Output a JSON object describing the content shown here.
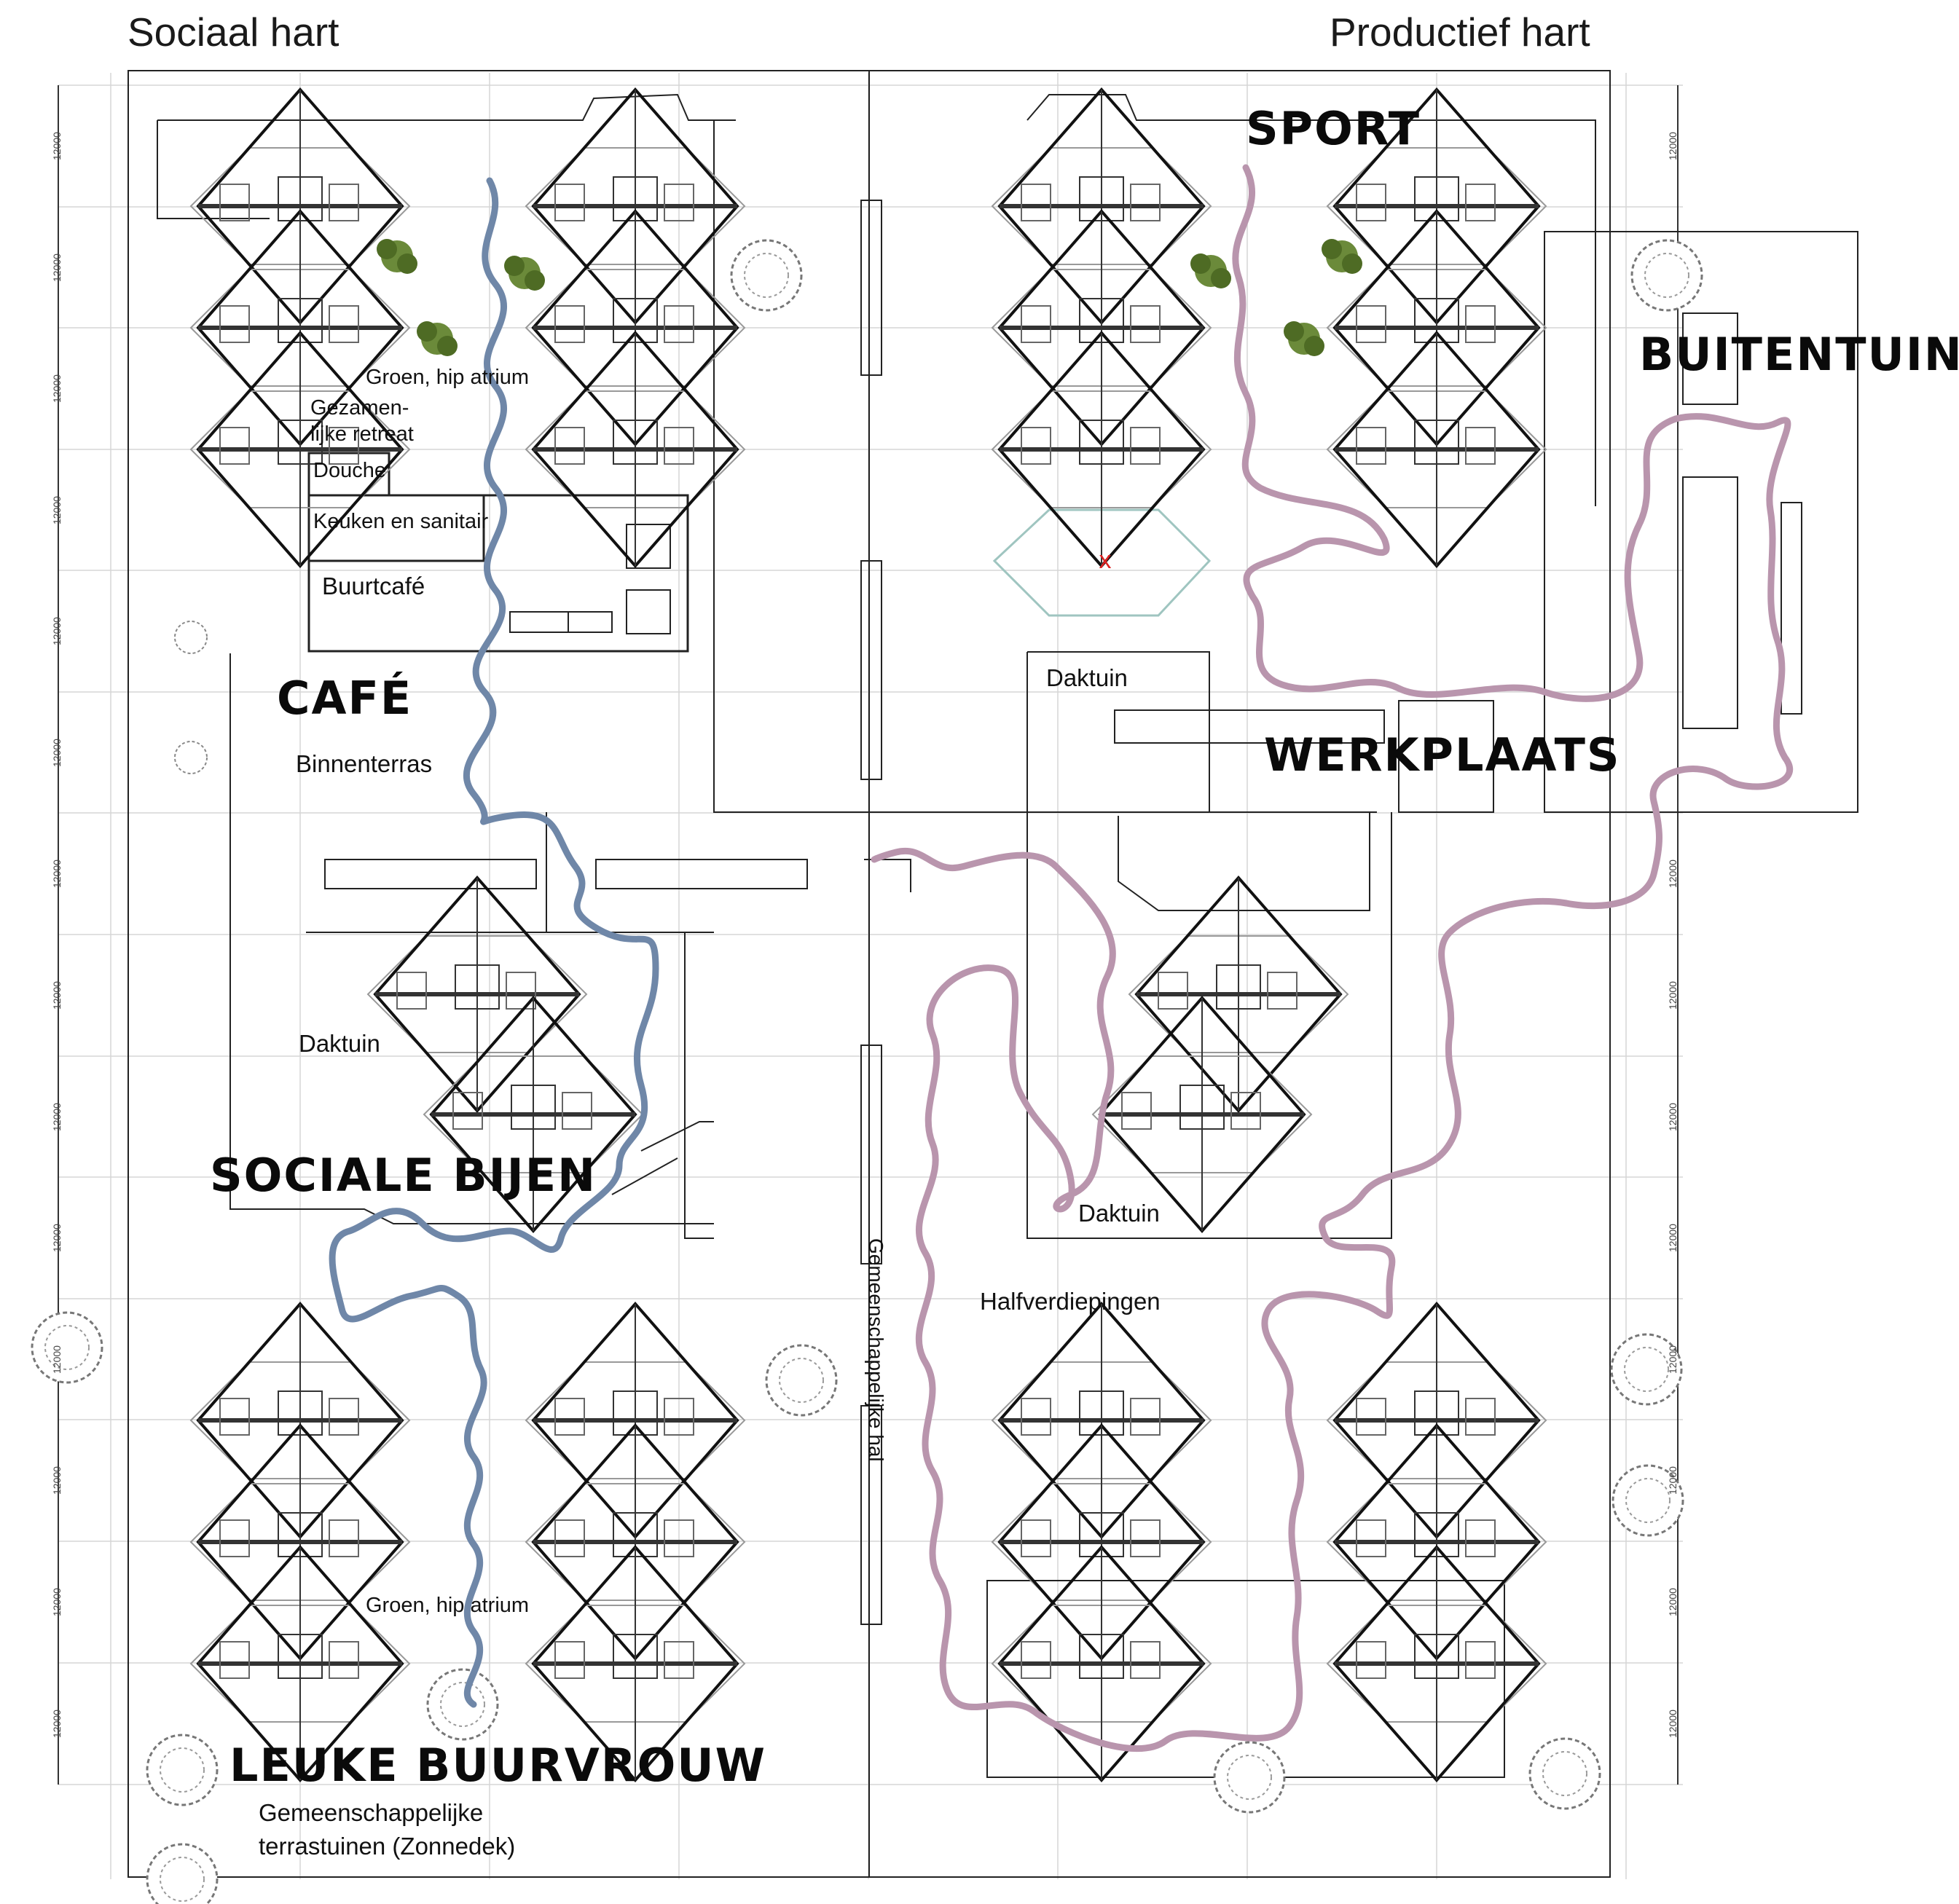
{
  "headers": {
    "left": "Sociaal hart",
    "right": "Productief hart"
  },
  "zones": {
    "sport": "SPORT",
    "buitentuin": "BUITENTUIN",
    "cafe": "CAFÉ",
    "werkplaats": "WERKPLAATS",
    "sociale_bijen": "SOCIALE BIJEN",
    "leuke_buurvrouw": "LEUKE BUURVROUW"
  },
  "rooms": {
    "groen_atrium_top": "Groen, hip atrium",
    "gezamenlijke_retreat_1": "Gezamen-",
    "gezamenlijke_retreat_2": "lijke retreat",
    "douche": "Douche",
    "keuken": "Keuken en sanitair",
    "buurtcafe": "Buurtcafé",
    "binnenterras": "Binnenterras",
    "daktuin_top": "Daktuin",
    "daktuin_left": "Daktuin",
    "daktuin_center": "Daktuin",
    "halfverdiepingen": "Halfverdiepingen",
    "groen_atrium_bottom": "Groen, hip atrium",
    "terrastuinen_1": "Gemeenschappelijke",
    "terrastuinen_2": "terrastuinen (Zonnedek)",
    "gemeenschappelijke_hal": "Gemeenschappelijke hal",
    "marker_x": "x"
  },
  "dimension_label": "12000",
  "colors": {
    "social_route": "#6f87a8",
    "productive_route": "#b995ad",
    "linework": "#222222",
    "grid": "#c8c8c8",
    "tree_green": "#5b7a2e"
  }
}
